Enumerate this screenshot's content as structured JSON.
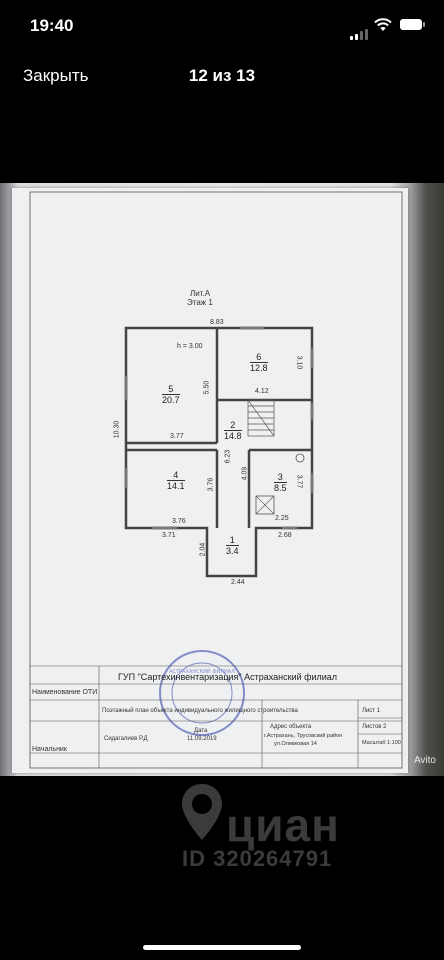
{
  "status_bar": {
    "time": "19:40"
  },
  "nav": {
    "close_label": "Закрыть",
    "counter": "12 из 13"
  },
  "document": {
    "lit": "Лит.А",
    "floor": "Этаж 1",
    "height": "h = 3.00",
    "dims": {
      "top": "8.83",
      "left": "10.30",
      "r6_w": "4.12",
      "r6_h": "3.10",
      "r5_h": "5.50",
      "r5_w": "3.77",
      "r4_w": "3.76",
      "r4_h": "3.76",
      "r2_a": "6.23",
      "r2_b": "4.09",
      "r3_h": "3.77",
      "r3_w": "2.25",
      "bottom_left": "3.71",
      "bottom_right": "2.68",
      "porch_h": "2.04",
      "porch_w": "2.44"
    },
    "rooms": [
      {
        "num": "6",
        "area": "12.8"
      },
      {
        "num": "5",
        "area": "20.7"
      },
      {
        "num": "2",
        "area": "14.8"
      },
      {
        "num": "4",
        "area": "14.1"
      },
      {
        "num": "3",
        "area": "8.5"
      },
      {
        "num": "1",
        "area": "3.4"
      }
    ],
    "footer": {
      "org_label": "Наименование ОТИ",
      "org": "ГУП \"Сартехинвентаризация\" Астраханский филиал",
      "plan_title": "Поэтажный план объекта индивидуального жилищного строительства",
      "date_label": "Дата",
      "date": "11.09.2019",
      "address_label": "Адрес объекта",
      "address_line1": "г.Астрахань, Трусовский район",
      "address_line2": "ул.Оливковая 14",
      "sheet": "Лист 1",
      "sheets": "Листов 2",
      "scale": "Масштаб 1:100",
      "chief_label": "Начальник",
      "chief": "Сидагалиев Р.Д",
      "stamp": "АСТРАХАНСКИЙ ФИЛИАЛ"
    },
    "avito": "Avito"
  },
  "watermark": {
    "brand": "циан",
    "id": "ID 320264791"
  }
}
